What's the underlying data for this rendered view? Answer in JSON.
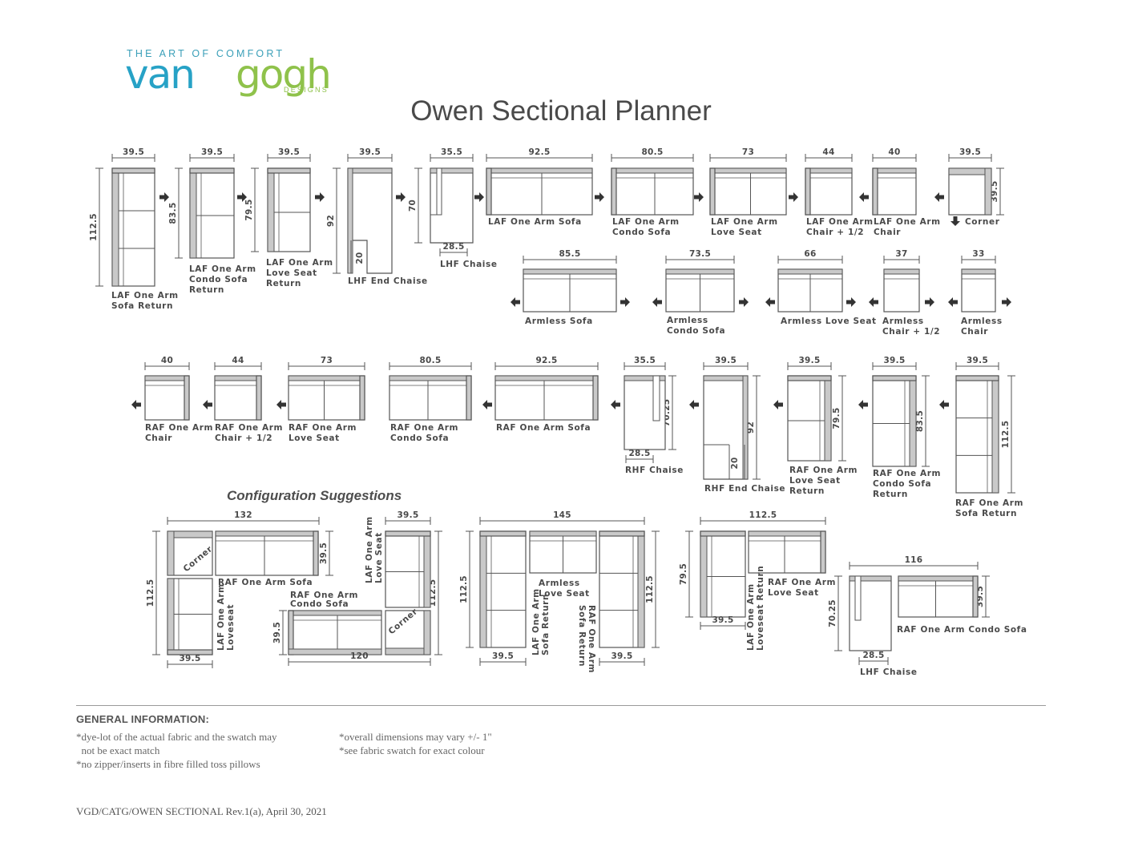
{
  "logo": {
    "tagline": "THE ART OF COMFORT",
    "word_part1": "van",
    "word_part2": "gogh",
    "designs": "DESIGNS"
  },
  "title": "Owen Sectional Planner",
  "pieces": [
    {
      "label": [
        "LAF One Arm",
        "Sofa Return"
      ],
      "dims": [
        "39.5",
        "112.5"
      ]
    },
    {
      "label": [
        "LAF One Arm",
        "Condo Sofa",
        "Return"
      ],
      "dims": [
        "39.5",
        "83.5"
      ]
    },
    {
      "label": [
        "LAF One Arm",
        "Love Seat",
        "Return"
      ],
      "dims": [
        "39.5",
        "79.5"
      ]
    },
    {
      "label": [
        "LHF End Chaise"
      ],
      "dims": [
        "39.5",
        "92",
        "20"
      ]
    },
    {
      "label": [
        "LHF Chaise"
      ],
      "dims": [
        "35.5",
        "70",
        "28.5"
      ]
    },
    {
      "label": [
        "LAF One Arm Sofa"
      ],
      "dims": [
        "92.5"
      ]
    },
    {
      "label": [
        "LAF One Arm",
        "Condo Sofa"
      ],
      "dims": [
        "80.5"
      ]
    },
    {
      "label": [
        "LAF One Arm",
        "Love Seat"
      ],
      "dims": [
        "73"
      ]
    },
    {
      "label": [
        "LAF One Arm",
        "Chair + 1/2"
      ],
      "dims": [
        "44"
      ]
    },
    {
      "label": [
        "LAF One Arm",
        "Chair"
      ],
      "dims": [
        "40"
      ]
    },
    {
      "label": [
        "Corner"
      ],
      "dims": [
        "39.5",
        "39.5"
      ]
    },
    {
      "label": [
        "Armless Sofa"
      ],
      "dims": [
        "85.5"
      ]
    },
    {
      "label": [
        "Armless",
        "Condo Sofa"
      ],
      "dims": [
        "73.5"
      ]
    },
    {
      "label": [
        "Armless Love Seat"
      ],
      "dims": [
        "66"
      ]
    },
    {
      "label": [
        "Armless",
        "Chair + 1/2"
      ],
      "dims": [
        "37"
      ]
    },
    {
      "label": [
        "Armless",
        "Chair"
      ],
      "dims": [
        "33"
      ]
    },
    {
      "label": [
        "RAF One Arm",
        "Chair"
      ],
      "dims": [
        "40"
      ]
    },
    {
      "label": [
        "RAF One Arm",
        "Chair + 1/2"
      ],
      "dims": [
        "44"
      ]
    },
    {
      "label": [
        "RAF One Arm",
        "Love Seat"
      ],
      "dims": [
        "73"
      ]
    },
    {
      "label": [
        "RAF One Arm",
        "Condo Sofa"
      ],
      "dims": [
        "80.5"
      ]
    },
    {
      "label": [
        "RAF One Arm Sofa"
      ],
      "dims": [
        "92.5"
      ]
    },
    {
      "label": [
        "RHF Chaise"
      ],
      "dims": [
        "35.5",
        "70.25",
        "28.5"
      ]
    },
    {
      "label": [
        "RHF End Chaise"
      ],
      "dims": [
        "39.5",
        "92",
        "20"
      ]
    },
    {
      "label": [
        "RAF One Arm",
        "Love Seat",
        "Return"
      ],
      "dims": [
        "39.5",
        "79.5"
      ]
    },
    {
      "label": [
        "RAF One Arm",
        "Condo Sofa",
        "Return"
      ],
      "dims": [
        "39.5",
        "83.5"
      ]
    },
    {
      "label": [
        "RAF One Arm",
        "Sofa Return"
      ],
      "dims": [
        "39.5",
        "112.5"
      ]
    }
  ],
  "config_heading": "Configuration Suggestions",
  "configs": [
    {
      "dims": [
        "132",
        "112.5",
        "39.5",
        "39.5"
      ],
      "labels": [
        "Corner",
        "RAF One Arm Sofa",
        "LAF One Arm",
        "Loveseat"
      ]
    },
    {
      "dims": [
        "39.5",
        "112.5",
        "39.5",
        "120"
      ],
      "labels": [
        "LAF One Arm",
        "Love Seat",
        "RAF One Arm",
        "Condo Sofa",
        "Corner"
      ]
    },
    {
      "dims": [
        "145",
        "112.5",
        "112.5",
        "39.5",
        "39.5"
      ],
      "labels": [
        "Armless",
        "Love Seat",
        "LAF One Arm",
        "Sofa Return",
        "RAF One Arm",
        "Sofa Return"
      ]
    },
    {
      "dims": [
        "112.5",
        "79.5",
        "39.5"
      ],
      "labels": [
        "RAF One Arm",
        "Love Seat",
        "LAF One Arm",
        "Loveseat Return"
      ]
    },
    {
      "dims": [
        "116",
        "39.5",
        "70.25",
        "28.5"
      ],
      "labels": [
        "RAF One Arm Condo Sofa",
        "LHF Chaise"
      ]
    }
  ],
  "general_info": {
    "heading": "GENERAL INFORMATION:",
    "left_notes": "*dye-lot of the actual fabric and the swatch may\n  not be exact match\n*no zipper/inserts in fibre filled toss pillows",
    "right_notes": "*overall dimensions may vary +/- 1\"\n*see fabric swatch for exact colour"
  },
  "footer": "VGD/CATG/OWEN SECTIONAL Rev.1(a), April 30, 2021"
}
